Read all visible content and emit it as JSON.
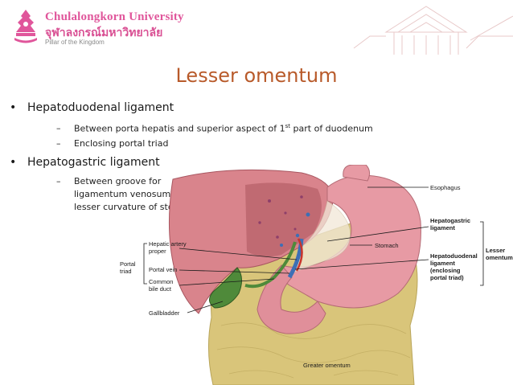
{
  "header": {
    "university_name": "Chulalongkorn University",
    "university_thai": "จุฬาลงกรณ์มหาวิทยาลัย",
    "tagline": "Pillar of the Kingdom"
  },
  "slide": {
    "title": "Lesser omentum",
    "bullets": [
      {
        "text": "Hepatoduodenal ligament",
        "subs": [
          "Between porta hepatis and superior aspect of 1",
          "st",
          " part of duodenum",
          "Enclosing portal triad"
        ]
      },
      {
        "text": "Hepatogastric ligament",
        "subs": [
          "Between groove for",
          "ligamentum venosum and",
          "lesser curvature of stomach"
        ]
      }
    ],
    "bullet_glyph": "•",
    "dash_glyph": "–"
  },
  "illustration": {
    "labels": {
      "esophagus": "Esophagus",
      "hepatogastric_1": "Hepatogastric",
      "hepatogastric_2": "ligament",
      "stomach": "Stomach",
      "hepatoduodenal_1": "Hepatoduodenal",
      "hepatoduodenal_2": "ligament",
      "hepatoduodenal_3": "(enclosing",
      "hepatoduodenal_4": "portal triad)",
      "lesser_1": "Lesser",
      "lesser_2": "omentum",
      "hepatic_artery_1": "Hepatic artery",
      "hepatic_artery_2": "proper",
      "portal_vein": "Portal vein",
      "common_bile_1": "Common",
      "common_bile_2": "bile duct",
      "portal_triad_1": "Portal",
      "portal_triad_2": "triad",
      "gallbladder": "Gallbladder",
      "greater_omentum": "Greater omentum"
    },
    "colors": {
      "liver": "#d9848c",
      "liver_dark": "#b8606a",
      "stomach": "#e79aa4",
      "omentum": "#d9c57a",
      "gallbladder": "#4f8a3a",
      "vein": "#3d6fb5",
      "artery": "#c8342c"
    }
  }
}
